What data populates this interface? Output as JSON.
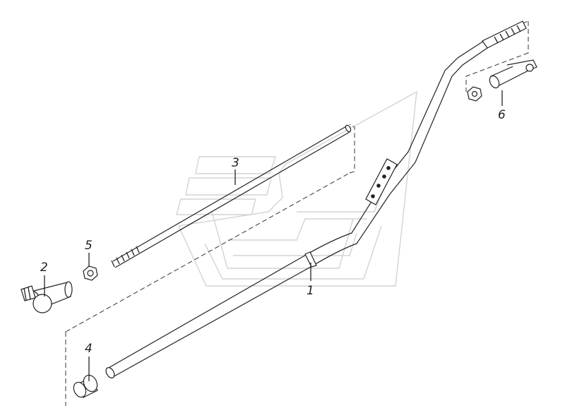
{
  "callouts": [
    {
      "id": "c1",
      "text": "1"
    },
    {
      "id": "c2",
      "text": "2"
    },
    {
      "id": "c3",
      "text": "3"
    },
    {
      "id": "c4",
      "text": "4"
    },
    {
      "id": "c5",
      "text": "5"
    },
    {
      "id": "c6",
      "text": "6"
    }
  ],
  "colors": {
    "line": "#222222",
    "watermark": "#d3d3d3",
    "fill": "#ffffff"
  },
  "icons": [
    "brand-watermark-icon"
  ]
}
